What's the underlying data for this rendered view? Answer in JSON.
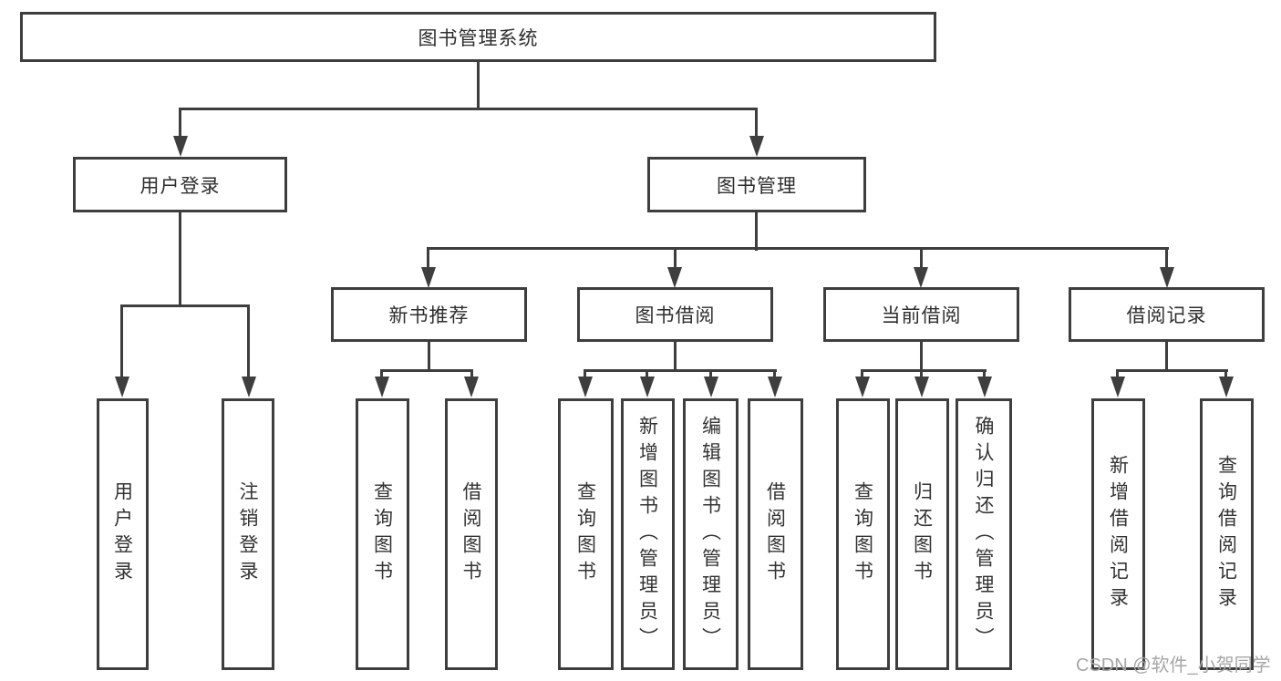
{
  "title": "图书管理系统",
  "diagram_type": "hierarchy-tree",
  "tree": {
    "label": "图书管理系统",
    "children": [
      {
        "label": "用户登录",
        "children": [
          {
            "label": "用户登录"
          },
          {
            "label": "注销登录"
          }
        ]
      },
      {
        "label": "图书管理",
        "children": [
          {
            "label": "新书推荐",
            "children": [
              {
                "label": "查询图书"
              },
              {
                "label": "借阅图书"
              }
            ]
          },
          {
            "label": "图书借阅",
            "children": [
              {
                "label": "查询图书"
              },
              {
                "label": "新增图书（管理员）"
              },
              {
                "label": "编辑图书（管理员）"
              },
              {
                "label": "借阅图书"
              }
            ]
          },
          {
            "label": "当前借阅",
            "children": [
              {
                "label": "查询图书"
              },
              {
                "label": "归还图书"
              },
              {
                "label": "确认归还（管理员）"
              }
            ]
          },
          {
            "label": "借阅记录",
            "children": [
              {
                "label": "新增借阅记录"
              },
              {
                "label": "查询借阅记录"
              }
            ]
          }
        ]
      }
    ]
  },
  "watermark": {
    "text": "CSDN @软件_小贺同学",
    "color": "#a6a6a6"
  },
  "colors": {
    "background": "#ffffff",
    "line": "#3e3e3e",
    "box_border": "#3e3e3e",
    "text": "#2e2e2e"
  }
}
